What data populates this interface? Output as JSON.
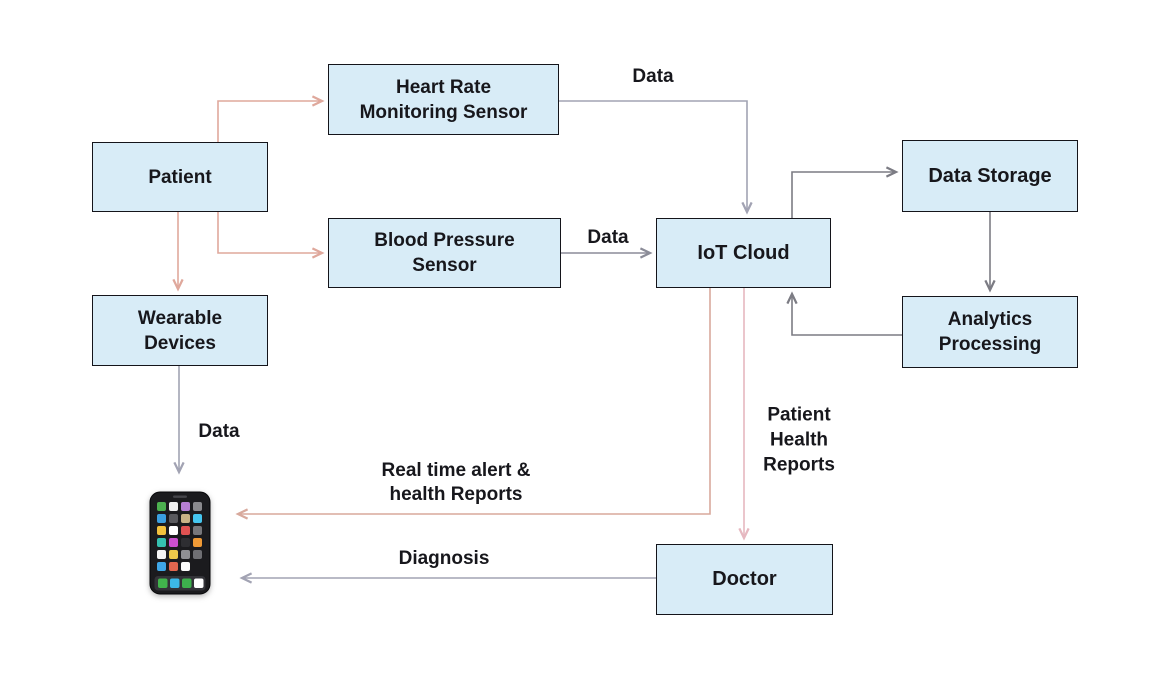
{
  "diagram": {
    "type": "flowchart",
    "background": "#ffffff",
    "node_style": {
      "fill": "#d8ecf7",
      "border": "#14141a",
      "text": "#17171c"
    },
    "edge_colors": {
      "salmon": "#dfa89c",
      "salmon_muted": "#d8a99c",
      "pink": "#e6b8c0",
      "gray_light": "#a2a3b3",
      "gray_mid": "#8b8c98",
      "gray_dark": "#7c7c84"
    },
    "nodes": [
      {
        "id": "patient",
        "label": "Patient"
      },
      {
        "id": "heart-rate-sensor",
        "label": "Heart Rate\nMonitoring Sensor"
      },
      {
        "id": "blood-pressure-sensor",
        "label": "Blood Pressure\nSensor"
      },
      {
        "id": "wearable-devices",
        "label": "Wearable\nDevices"
      },
      {
        "id": "iot-cloud",
        "label": "IoT Cloud"
      },
      {
        "id": "data-storage",
        "label": "Data Storage"
      },
      {
        "id": "analytics-processing",
        "label": "Analytics\nProcessing"
      },
      {
        "id": "doctor",
        "label": "Doctor"
      }
    ],
    "edges": [
      {
        "from": "patient",
        "to": "heart-rate-sensor",
        "label": "",
        "color": "salmon"
      },
      {
        "from": "patient",
        "to": "blood-pressure-sensor",
        "label": "",
        "color": "salmon"
      },
      {
        "from": "patient",
        "to": "wearable-devices",
        "label": "",
        "color": "salmon"
      },
      {
        "from": "heart-rate-sensor",
        "to": "iot-cloud",
        "label": "Data",
        "color": "gray_light"
      },
      {
        "from": "blood-pressure-sensor",
        "to": "iot-cloud",
        "label": "Data",
        "color": "gray_mid"
      },
      {
        "from": "iot-cloud",
        "to": "data-storage",
        "label": "",
        "color": "gray_dark"
      },
      {
        "from": "data-storage",
        "to": "analytics-processing",
        "label": "",
        "color": "gray_dark"
      },
      {
        "from": "analytics-processing",
        "to": "iot-cloud",
        "label": "",
        "color": "gray_dark"
      },
      {
        "from": "wearable-devices",
        "to": "smartphone",
        "label": "Data",
        "color": "gray_light"
      },
      {
        "from": "iot-cloud",
        "to": "smartphone",
        "label": "Real time alert &\nhealth Reports",
        "color": "salmon_muted"
      },
      {
        "from": "iot-cloud",
        "to": "doctor",
        "label": "Patient\nHealth\nReports",
        "color": "pink"
      },
      {
        "from": "doctor",
        "to": "smartphone",
        "label": "Diagnosis",
        "color": "gray_light"
      }
    ],
    "edge_labels": {
      "hr_data": "Data",
      "bp_data": "Data",
      "wearable_data": "Data",
      "realtime_alert": "Real time alert &\nhealth Reports",
      "patient_health_reports": "Patient\nHealth\nReports",
      "diagnosis": "Diagnosis"
    },
    "icons": [
      {
        "id": "smartphone",
        "name": "smartphone-icon",
        "description": "mobile phone with app grid"
      }
    ]
  }
}
